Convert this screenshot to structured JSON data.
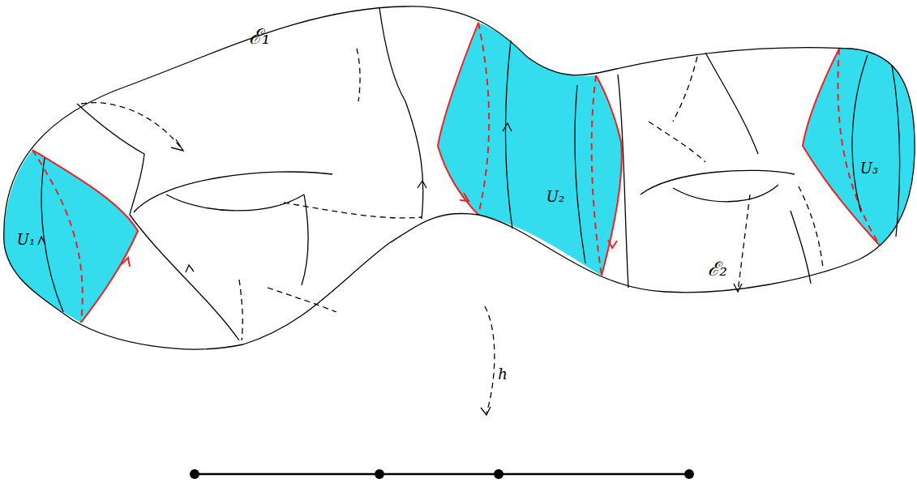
{
  "diagram": {
    "nodes": [
      {
        "text": [
          "U₁"
        ]
      },
      {
        "text": [
          "U₂"
        ]
      },
      {
        "text": [
          "U₃"
        ]
      }
    ],
    "labels": [
      "ℰ₁",
      "ℰ₂",
      "h"
    ]
  }
}
